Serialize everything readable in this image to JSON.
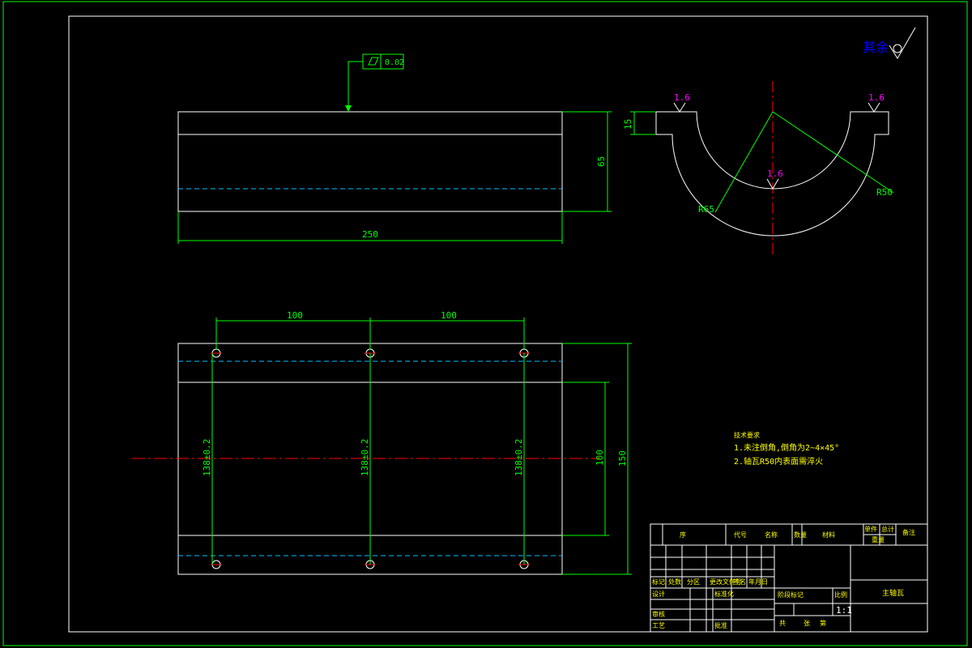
{
  "surface_finish_note": "其余",
  "flatness_tolerance": "0.02",
  "roughness": [
    "1.6",
    "1.6",
    "1.6"
  ],
  "dimensions": {
    "top_length": "250",
    "top_height": "65",
    "flange_thickness": "15",
    "outer_radius": "R65",
    "inner_radius": "R50",
    "hole_spacing_left": "100",
    "hole_spacing_right": "100",
    "vertical_hole_dim": "138±0.2",
    "inner_height": "100",
    "overall_height": "150"
  },
  "tech_requirements": {
    "heading": "技术要求",
    "line1": "1.未注倒角,倒角为2~4×45°",
    "line2": "2.轴瓦R50内表面需淬火"
  },
  "title_block": {
    "part_name": "主轴瓦",
    "scale": "1:1",
    "labels": {
      "seq": "序",
      "code": "代号",
      "name": "名称",
      "qty": "数量",
      "material": "材料",
      "unit_weight": "单件",
      "total": "总计",
      "weight": "重量",
      "remark": "备注",
      "mark": "标记",
      "count": "处数",
      "zone": "分区",
      "change_doc": "更改文件号",
      "sign": "签名",
      "date": "年月日",
      "design": "设计",
      "standard": "标准化",
      "review": "审核",
      "process": "工艺",
      "approve": "批准",
      "stage_mark": "阶段标记",
      "scale_label": "比例",
      "sheet_total": "共",
      "sheet": "张",
      "sheet_no": "第"
    }
  },
  "colors": {
    "border": "#00ff00",
    "outline": "#ffffff",
    "dimension": "#00ff00",
    "centerline": "#ff0000",
    "hidden": "#00bfff",
    "roughness": "#ff00ff",
    "note_text": "#ffff00",
    "corner_note": "#0000ff"
  }
}
